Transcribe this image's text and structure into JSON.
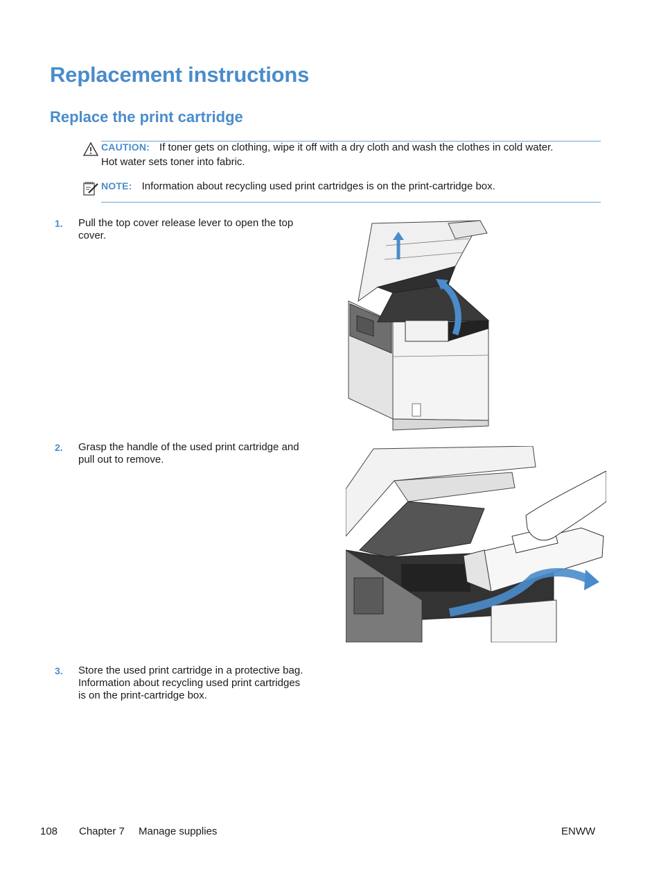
{
  "page": {
    "title": "Replacement instructions",
    "subtitle": "Replace the print cartridge"
  },
  "caution": {
    "label": "CAUTION:",
    "text_line1": "If toner gets on clothing, wipe it off with a dry cloth and wash the clothes in cold water.",
    "text_line2": "Hot water sets toner into fabric.",
    "icon": "warning-triangle-icon"
  },
  "note": {
    "label": "NOTE:",
    "text": "Information about recycling used print cartridges is on the print-cartridge box.",
    "icon": "note-pad-icon"
  },
  "steps": [
    {
      "number": "1.",
      "text": "Pull the top cover release lever to open the top cover."
    },
    {
      "number": "2.",
      "text": "Grasp the handle of the used print cartridge and pull out to remove."
    },
    {
      "number": "3.",
      "text": "Store the used print cartridge in a protective bag. Information about recycling used print cartridges is on the print-cartridge box."
    }
  ],
  "footer": {
    "page_number": "108",
    "chapter": "Chapter 7",
    "section": "Manage supplies",
    "right": "ENWW"
  },
  "colors": {
    "accent": "#4a8ccb",
    "arrow": "#4a8ccb"
  }
}
